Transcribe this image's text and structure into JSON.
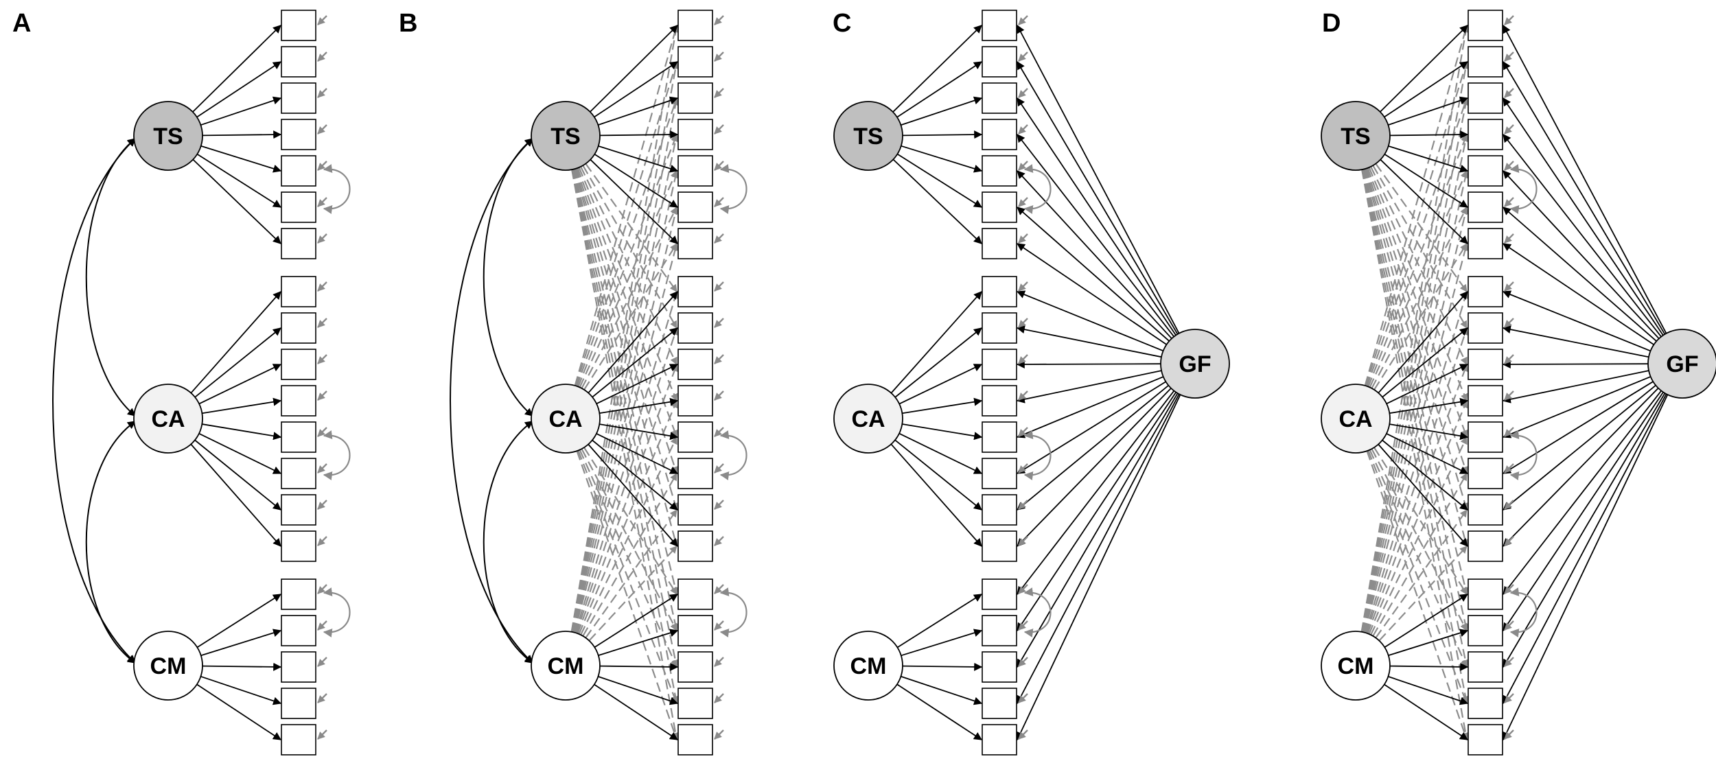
{
  "figure": {
    "panels": [
      {
        "label": "A",
        "general_factor": false,
        "cross_loadings": false
      },
      {
        "label": "B",
        "general_factor": false,
        "cross_loadings": true
      },
      {
        "label": "C",
        "general_factor": true,
        "cross_loadings": false
      },
      {
        "label": "D",
        "general_factor": true,
        "cross_loadings": true
      }
    ],
    "factors": [
      {
        "label": "TS",
        "fill": "#bfbfbf",
        "items": 7
      },
      {
        "label": "CA",
        "fill": "#f2f2f2",
        "items": 8
      },
      {
        "label": "CM",
        "fill": "#ffffff",
        "items": 5
      }
    ],
    "general_factor": {
      "label": "GF",
      "fill": "#d9d9d9"
    },
    "residual_covariances": [
      [
        4,
        5
      ],
      [
        11,
        12
      ],
      [
        15,
        16
      ]
    ],
    "colors": {
      "line": "#000000",
      "error_arrow": "#8a8a8a",
      "cross_loading": "#8c8c8c"
    }
  }
}
